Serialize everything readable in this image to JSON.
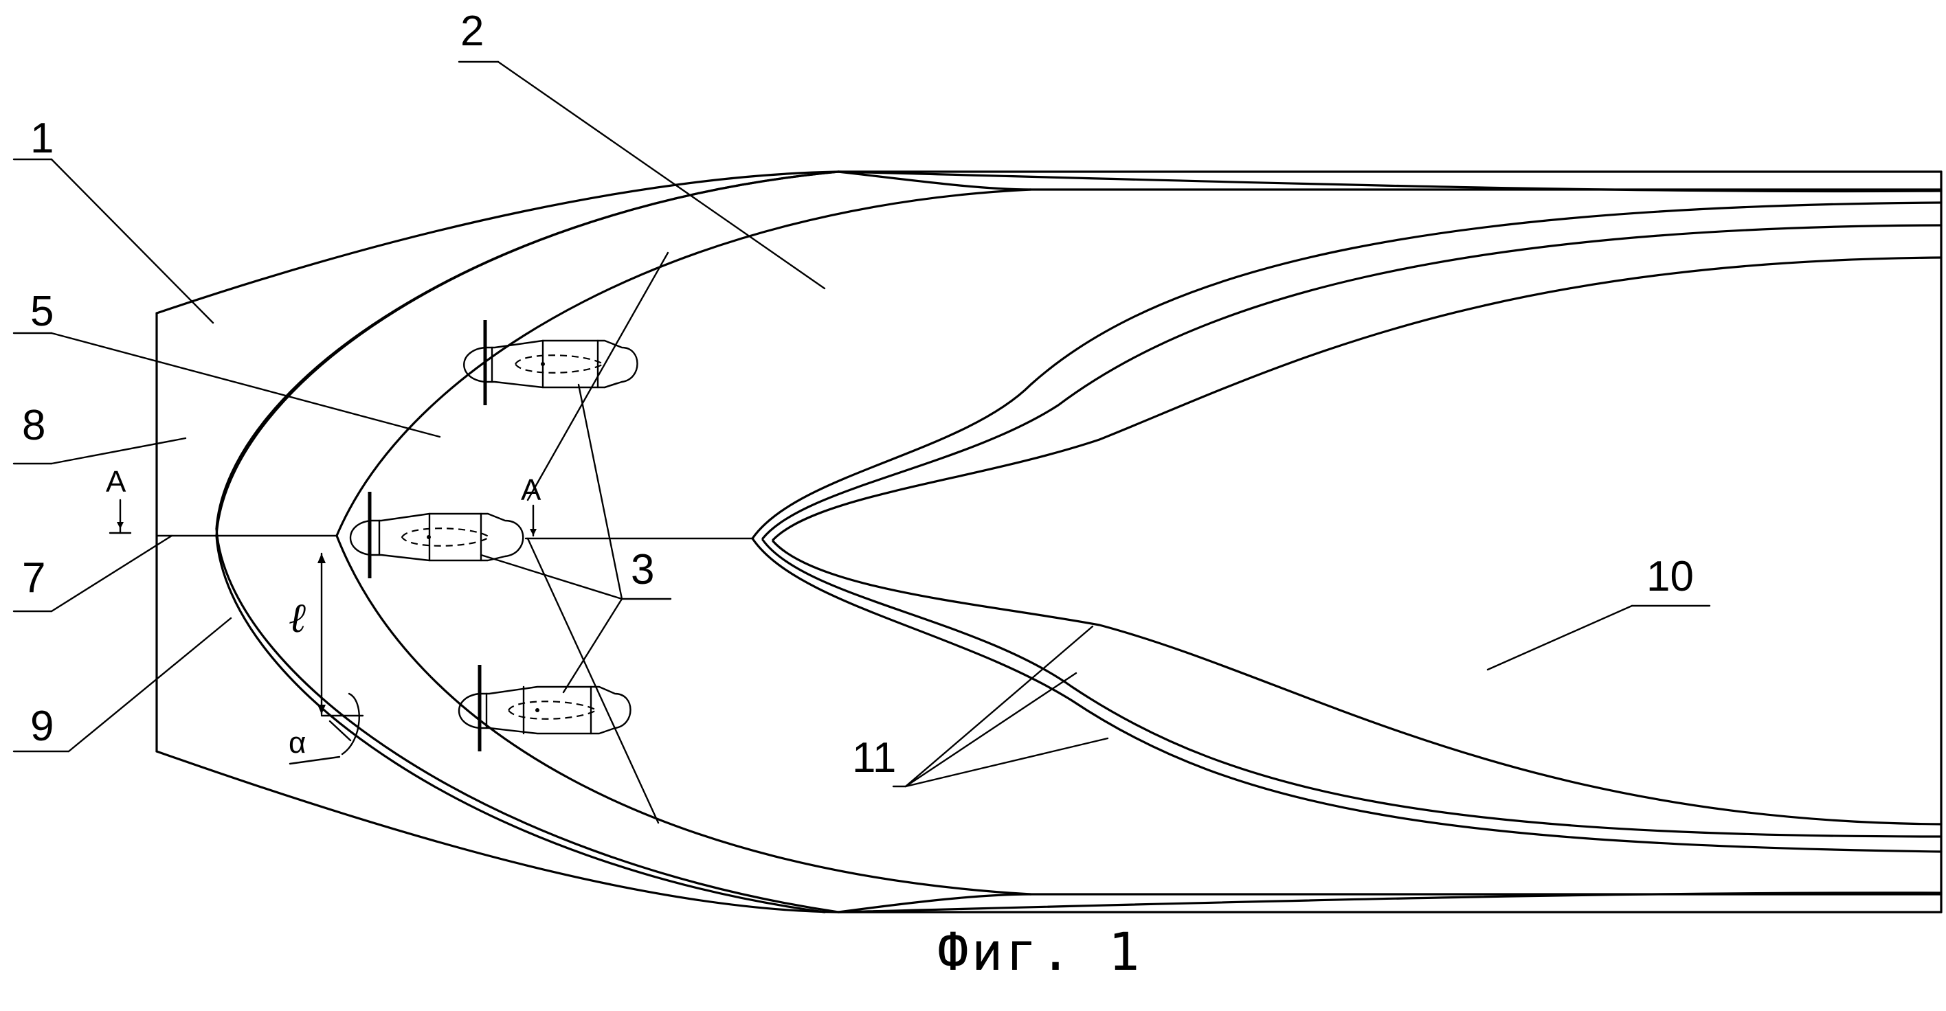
{
  "labels": {
    "l1": "1",
    "l2": "2",
    "l3": "3",
    "l5": "5",
    "l7": "7",
    "l8": "8",
    "l9": "9",
    "l10": "10",
    "l11": "11"
  },
  "section_marks": {
    "left": "A",
    "right": "A"
  },
  "symbols": {
    "length": "ℓ",
    "angle": "α"
  },
  "caption": "Фиг. 1"
}
